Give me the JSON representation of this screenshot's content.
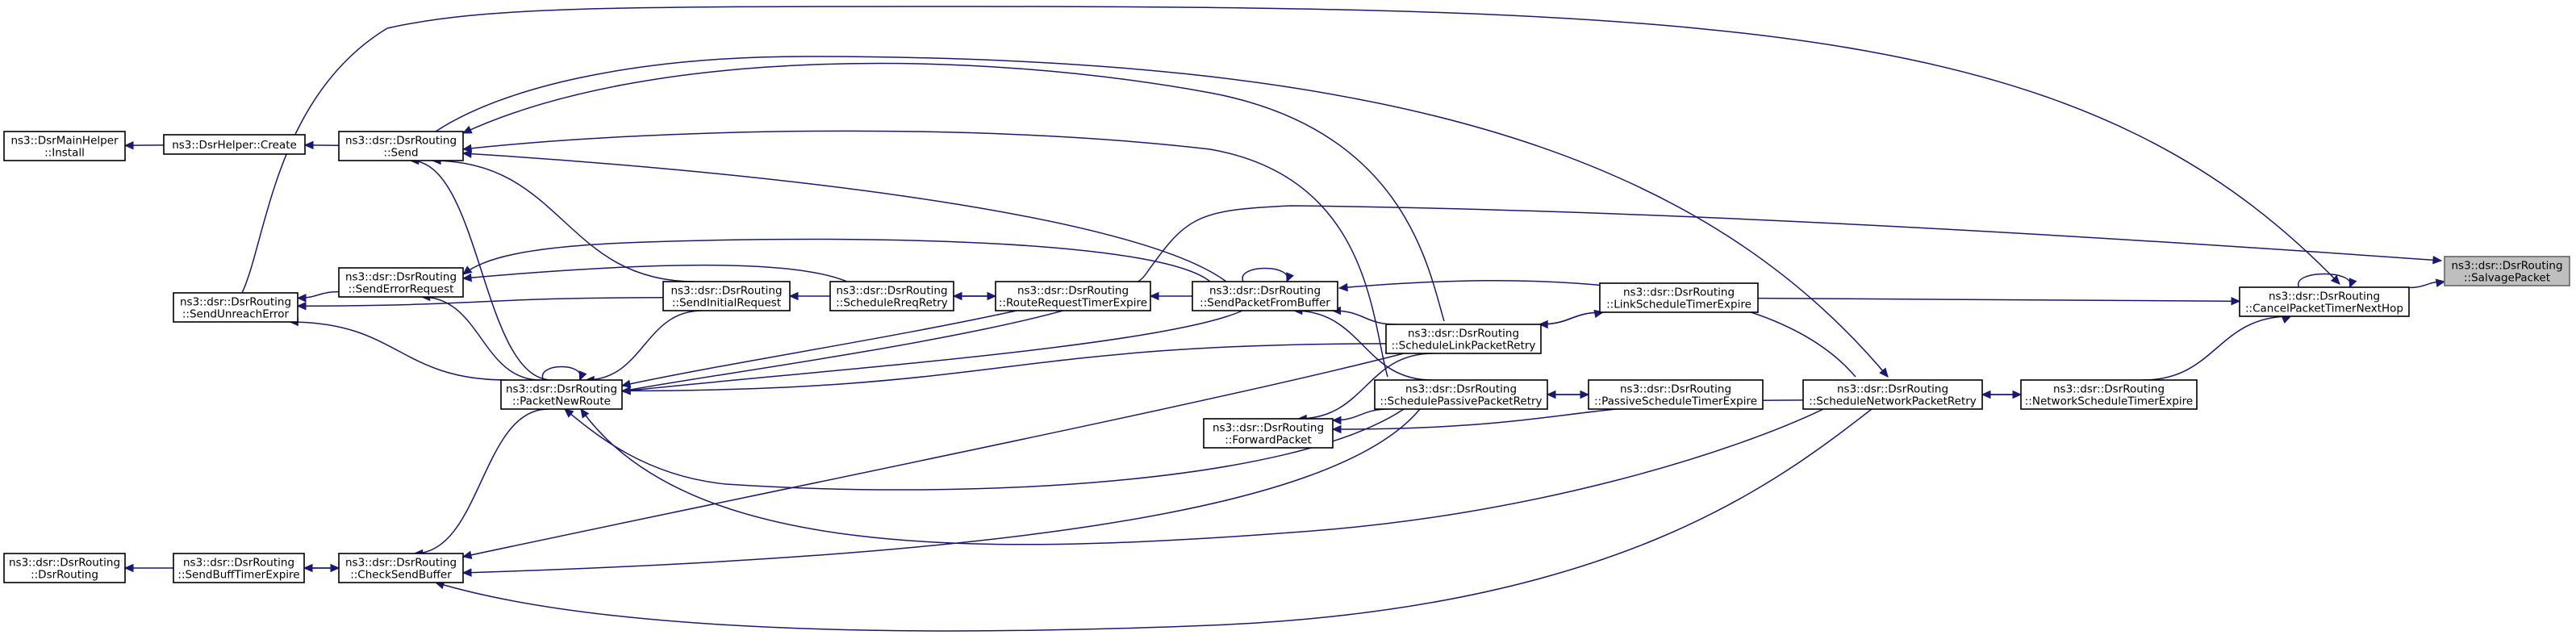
{
  "diagram_title": "",
  "nodes": [
    {
      "id": "SalvagePacket",
      "lines": [
        "ns3::dsr::DsrRouting",
        "::SalvagePacket"
      ],
      "root": true
    },
    {
      "id": "CancelPacketTimerNextHop",
      "lines": [
        "ns3::dsr::DsrRouting",
        "::CancelPacketTimerNextHop"
      ]
    },
    {
      "id": "NetworkScheduleTimerExpire",
      "lines": [
        "ns3::dsr::DsrRouting",
        "::NetworkScheduleTimerExpire"
      ]
    },
    {
      "id": "ScheduleNetworkPacketRetry",
      "lines": [
        "ns3::dsr::DsrRouting",
        "::ScheduleNetworkPacketRetry"
      ]
    },
    {
      "id": "LinkScheduleTimerExpire",
      "lines": [
        "ns3::dsr::DsrRouting",
        "::LinkScheduleTimerExpire"
      ]
    },
    {
      "id": "PassiveScheduleTimerExpire",
      "lines": [
        "ns3::dsr::DsrRouting",
        "::PassiveScheduleTimerExpire"
      ]
    },
    {
      "id": "ScheduleLinkPacketRetry",
      "lines": [
        "ns3::dsr::DsrRouting",
        "::ScheduleLinkPacketRetry"
      ]
    },
    {
      "id": "SchedulePassivePacketRetry",
      "lines": [
        "ns3::dsr::DsrRouting",
        "::SchedulePassivePacketRetry"
      ]
    },
    {
      "id": "ForwardPacket",
      "lines": [
        "ns3::dsr::DsrRouting",
        "::ForwardPacket"
      ]
    },
    {
      "id": "SendPacketFromBuffer",
      "lines": [
        "ns3::dsr::DsrRouting",
        "::SendPacketFromBuffer"
      ]
    },
    {
      "id": "RouteRequestTimerExpire",
      "lines": [
        "ns3::dsr::DsrRouting",
        "::RouteRequestTimerExpire"
      ]
    },
    {
      "id": "ScheduleRreqRetry",
      "lines": [
        "ns3::dsr::DsrRouting",
        "::ScheduleRreqRetry"
      ]
    },
    {
      "id": "SendInitialRequest",
      "lines": [
        "ns3::dsr::DsrRouting",
        "::SendInitialRequest"
      ]
    },
    {
      "id": "PacketNewRoute",
      "lines": [
        "ns3::dsr::DsrRouting",
        "::PacketNewRoute"
      ]
    },
    {
      "id": "Send",
      "lines": [
        "ns3::dsr::DsrRouting",
        "::Send"
      ]
    },
    {
      "id": "SendErrorRequest",
      "lines": [
        "ns3::dsr::DsrRouting",
        "::SendErrorRequest"
      ]
    },
    {
      "id": "CheckSendBuffer",
      "lines": [
        "ns3::dsr::DsrRouting",
        "::CheckSendBuffer"
      ]
    },
    {
      "id": "SendUnreachError",
      "lines": [
        "ns3::dsr::DsrRouting",
        "::SendUnreachError"
      ]
    },
    {
      "id": "SendBuffTimerExpire",
      "lines": [
        "ns3::dsr::DsrRouting",
        "::SendBuffTimerExpire"
      ]
    },
    {
      "id": "DsrRoutingCtor",
      "lines": [
        "ns3::dsr::DsrRouting",
        "::DsrRouting"
      ]
    },
    {
      "id": "DsrHelperCreate",
      "lines": [
        "ns3::DsrHelper::Create"
      ]
    },
    {
      "id": "DsrMainHelperInstall",
      "lines": [
        "ns3::DsrMainHelper",
        "::Install"
      ]
    }
  ],
  "edges": [
    {
      "from": "CancelPacketTimerNextHop",
      "to": "SalvagePacket"
    },
    {
      "from": "CancelPacketTimerNextHop",
      "to": "CancelPacketTimerNextHop"
    },
    {
      "from": "NetworkScheduleTimerExpire",
      "to": "CancelPacketTimerNextHop"
    },
    {
      "from": "LinkScheduleTimerExpire",
      "to": "CancelPacketTimerNextHop"
    },
    {
      "from": "ScheduleNetworkPacketRetry",
      "to": "NetworkScheduleTimerExpire"
    },
    {
      "from": "NetworkScheduleTimerExpire",
      "to": "ScheduleNetworkPacketRetry"
    },
    {
      "from": "PacketNewRoute",
      "to": "SalvagePacket"
    },
    {
      "from": "SendUnreachError",
      "to": "CancelPacketTimerNextHop"
    },
    {
      "from": "Send",
      "to": "ScheduleNetworkPacketRetry"
    },
    {
      "from": "ScheduleLinkPacketRetry",
      "to": "LinkScheduleTimerExpire"
    },
    {
      "from": "LinkScheduleTimerExpire",
      "to": "ScheduleLinkPacketRetry"
    },
    {
      "from": "SchedulePassivePacketRetry",
      "to": "PassiveScheduleTimerExpire"
    },
    {
      "from": "PassiveScheduleTimerExpire",
      "to": "SchedulePassivePacketRetry"
    },
    {
      "from": "ScheduleNetworkPacketRetry",
      "to": "SendPacketFromBuffer"
    },
    {
      "from": "ScheduleNetworkPacketRetry",
      "to": "ForwardPacket"
    },
    {
      "from": "ScheduleNetworkPacketRetry",
      "to": "PacketNewRoute"
    },
    {
      "from": "ScheduleNetworkPacketRetry",
      "to": "CheckSendBuffer"
    },
    {
      "from": "ScheduleLinkPacketRetry",
      "to": "Send"
    },
    {
      "from": "ScheduleLinkPacketRetry",
      "to": "SendPacketFromBuffer"
    },
    {
      "from": "ScheduleLinkPacketRetry",
      "to": "ForwardPacket"
    },
    {
      "from": "ScheduleLinkPacketRetry",
      "to": "PacketNewRoute"
    },
    {
      "from": "ScheduleLinkPacketRetry",
      "to": "CheckSendBuffer"
    },
    {
      "from": "SchedulePassivePacketRetry",
      "to": "Send"
    },
    {
      "from": "SchedulePassivePacketRetry",
      "to": "SendPacketFromBuffer"
    },
    {
      "from": "SchedulePassivePacketRetry",
      "to": "ForwardPacket"
    },
    {
      "from": "SchedulePassivePacketRetry",
      "to": "PacketNewRoute"
    },
    {
      "from": "SchedulePassivePacketRetry",
      "to": "CheckSendBuffer"
    },
    {
      "from": "SendPacketFromBuffer",
      "to": "SendPacketFromBuffer"
    },
    {
      "from": "SendPacketFromBuffer",
      "to": "RouteRequestTimerExpire"
    },
    {
      "from": "SendPacketFromBuffer",
      "to": "Send"
    },
    {
      "from": "SendPacketFromBuffer",
      "to": "SendErrorRequest"
    },
    {
      "from": "SendPacketFromBuffer",
      "to": "PacketNewRoute"
    },
    {
      "from": "ScheduleRreqRetry",
      "to": "RouteRequestTimerExpire"
    },
    {
      "from": "RouteRequestTimerExpire",
      "to": "ScheduleRreqRetry"
    },
    {
      "from": "ScheduleRreqRetry",
      "to": "SendInitialRequest"
    },
    {
      "from": "ScheduleRreqRetry",
      "to": "SendErrorRequest"
    },
    {
      "from": "SendInitialRequest",
      "to": "Send"
    },
    {
      "from": "SendInitialRequest",
      "to": "PacketNewRoute"
    },
    {
      "from": "SendInitialRequest",
      "to": "SendUnreachError"
    },
    {
      "from": "RouteRequestTimerExpire",
      "to": "PacketNewRoute"
    },
    {
      "from": "PacketNewRoute",
      "to": "PacketNewRoute"
    },
    {
      "from": "PacketNewRoute",
      "to": "Send"
    },
    {
      "from": "PacketNewRoute",
      "to": "SendErrorRequest"
    },
    {
      "from": "PacketNewRoute",
      "to": "CheckSendBuffer"
    },
    {
      "from": "PacketNewRoute",
      "to": "SendUnreachError"
    },
    {
      "from": "Send",
      "to": "DsrHelperCreate"
    },
    {
      "from": "DsrHelperCreate",
      "to": "DsrMainHelperInstall"
    },
    {
      "from": "SendErrorRequest",
      "to": "SendUnreachError"
    },
    {
      "from": "CheckSendBuffer",
      "to": "SendBuffTimerExpire"
    },
    {
      "from": "SendBuffTimerExpire",
      "to": "CheckSendBuffer"
    },
    {
      "from": "SendBuffTimerExpire",
      "to": "DsrRoutingCtor"
    }
  ]
}
